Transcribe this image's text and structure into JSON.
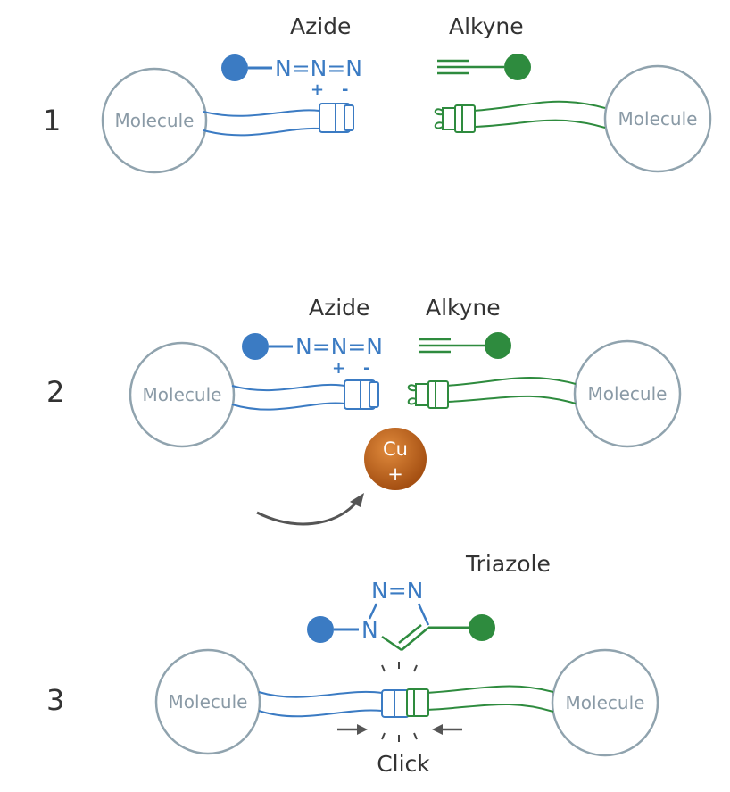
{
  "colors": {
    "azide": "#3b7bc3",
    "alkyne": "#2e8b3e",
    "molecule": "#90a3ae",
    "text": "#333333",
    "arrow": "#555555",
    "copper": "#c0641c"
  },
  "steps": [
    {
      "number": "1",
      "azide_label": "Azide",
      "alkyne_label": "Alkyne",
      "molecule_left": "Molecule",
      "molecule_right": "Molecule",
      "azide_formula": "N=N=N",
      "plus": "+",
      "minus": "-"
    },
    {
      "number": "2",
      "azide_label": "Azide",
      "alkyne_label": "Alkyne",
      "molecule_left": "Molecule",
      "molecule_right": "Molecule",
      "azide_formula": "N=N=N",
      "plus": "+",
      "minus": "-",
      "catalyst_symbol": "Cu",
      "catalyst_charge": "+"
    },
    {
      "number": "3",
      "product_label": "Triazole",
      "ring_top": "N=N",
      "ring_n": "N",
      "molecule_left": "Molecule",
      "molecule_right": "Molecule",
      "click_label": "Click"
    }
  ]
}
